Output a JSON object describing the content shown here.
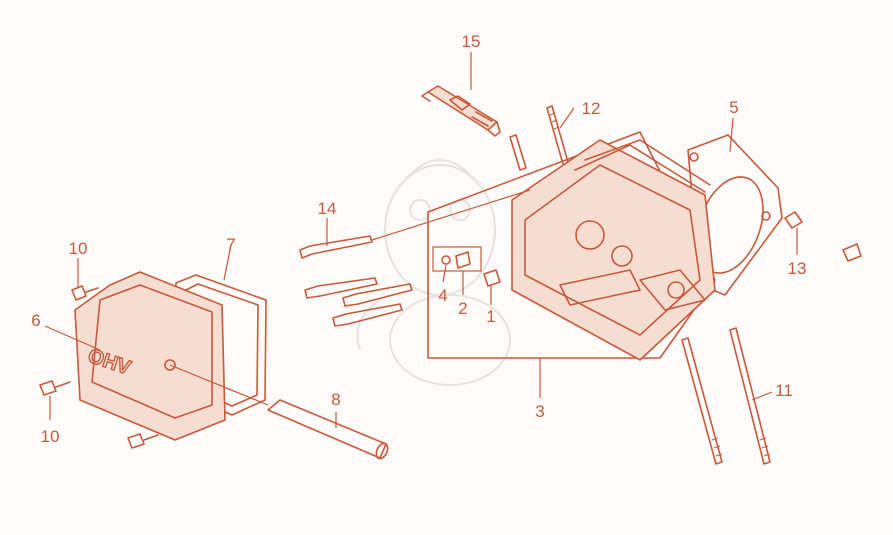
{
  "diagram": {
    "colors": {
      "ink": "#c8593a",
      "fill": "#f6ddd2",
      "background": "#fdfcfa",
      "watermark": "#e6e3df"
    },
    "cover_text": "OHV",
    "callouts": [
      {
        "id": "1",
        "text": "1"
      },
      {
        "id": "2",
        "text": "2"
      },
      {
        "id": "3",
        "text": "3"
      },
      {
        "id": "4",
        "text": "4"
      },
      {
        "id": "5",
        "text": "5"
      },
      {
        "id": "6",
        "text": "6"
      },
      {
        "id": "7",
        "text": "7"
      },
      {
        "id": "8",
        "text": "8"
      },
      {
        "id": "10a",
        "text": "10"
      },
      {
        "id": "10b",
        "text": "10"
      },
      {
        "id": "11",
        "text": "11"
      },
      {
        "id": "12",
        "text": "12"
      },
      {
        "id": "13",
        "text": "13"
      },
      {
        "id": "14",
        "text": "14"
      },
      {
        "id": "15",
        "text": "15"
      }
    ]
  }
}
